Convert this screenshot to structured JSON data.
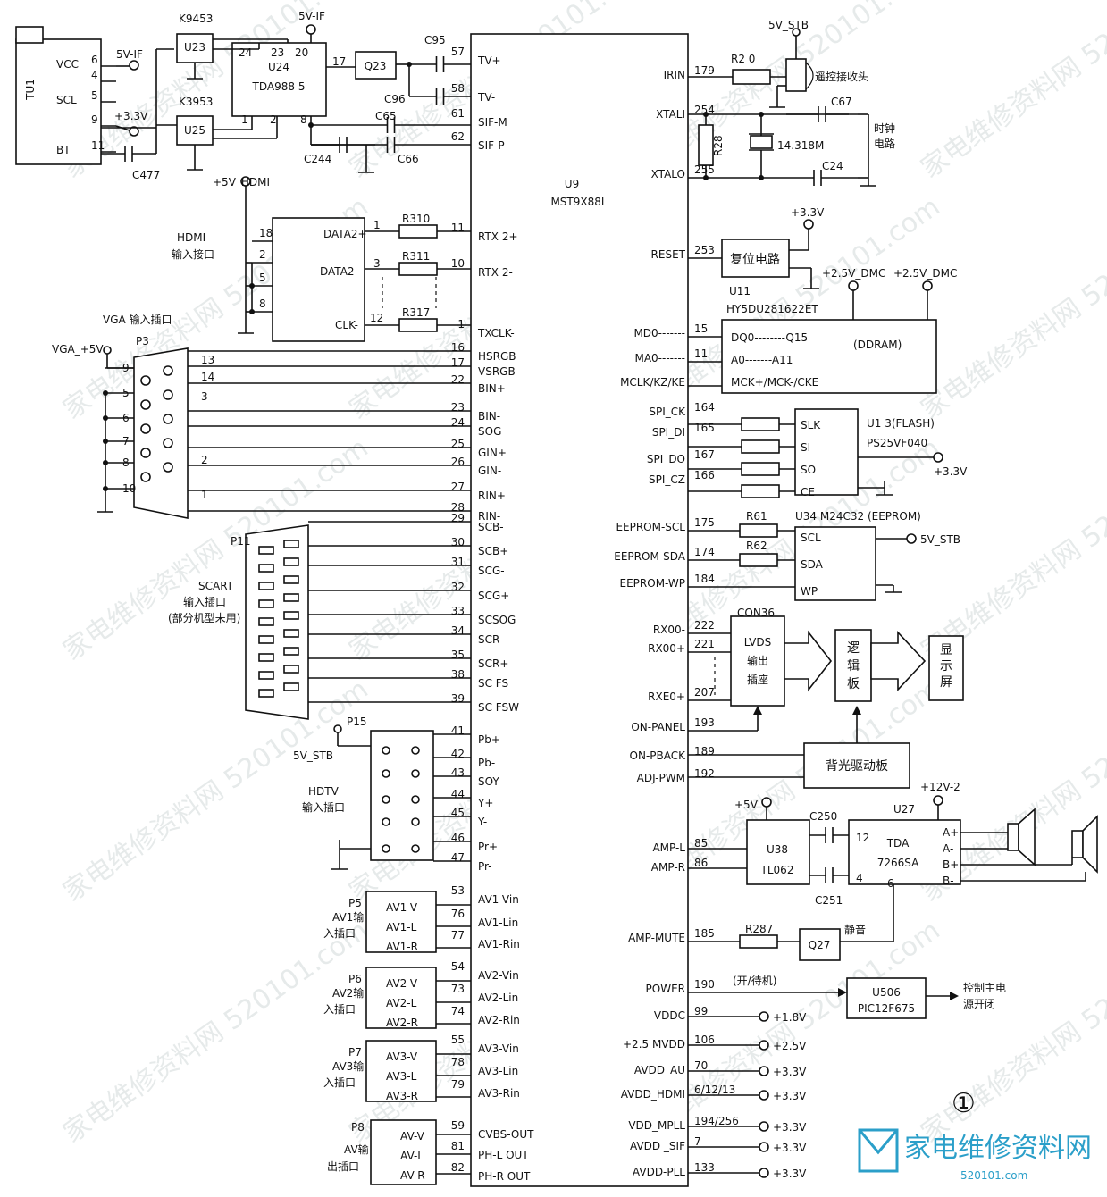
{
  "chip": {
    "ref": "U9",
    "part": "MST9X88L"
  },
  "left_pins": [
    {
      "pin": "57",
      "name": "TV+"
    },
    {
      "pin": "58",
      "name": "TV-"
    },
    {
      "pin": "61",
      "name": "SIF-M"
    },
    {
      "pin": "62",
      "name": "SIF-P"
    },
    {
      "pin": "11",
      "name": "RTX 2+"
    },
    {
      "pin": "10",
      "name": "RTX 2-"
    },
    {
      "pin": "1",
      "name": "TXCLK-"
    },
    {
      "pin": "16",
      "name": "HSRGB"
    },
    {
      "pin": "17",
      "name": "VSRGB"
    },
    {
      "pin": "22",
      "name": "BIN+"
    },
    {
      "pin": "23",
      "name": "BIN-"
    },
    {
      "pin": "24",
      "name": "SOG"
    },
    {
      "pin": "25",
      "name": "GIN+"
    },
    {
      "pin": "26",
      "name": "GIN-"
    },
    {
      "pin": "27",
      "name": "RIN+"
    },
    {
      "pin": "28",
      "name": "RIN-"
    },
    {
      "pin": "29",
      "name": "SCB-"
    },
    {
      "pin": "30",
      "name": "SCB+"
    },
    {
      "pin": "31",
      "name": "SCG-"
    },
    {
      "pin": "32",
      "name": "SCG+"
    },
    {
      "pin": "33",
      "name": "SCSOG"
    },
    {
      "pin": "34",
      "name": "SCR-"
    },
    {
      "pin": "35",
      "name": "SCR+"
    },
    {
      "pin": "38",
      "name": "SC FS"
    },
    {
      "pin": "39",
      "name": "SC FSW"
    },
    {
      "pin": "41",
      "name": "Pb+"
    },
    {
      "pin": "42",
      "name": "Pb-"
    },
    {
      "pin": "43",
      "name": "SOY"
    },
    {
      "pin": "44",
      "name": "Y+"
    },
    {
      "pin": "45",
      "name": "Y-"
    },
    {
      "pin": "46",
      "name": "Pr+"
    },
    {
      "pin": "47",
      "name": "Pr-"
    },
    {
      "pin": "53",
      "name": "AV1-Vin"
    },
    {
      "pin": "76",
      "name": "AV1-Lin"
    },
    {
      "pin": "77",
      "name": "AV1-Rin"
    },
    {
      "pin": "54",
      "name": "AV2-Vin"
    },
    {
      "pin": "73",
      "name": "AV2-Lin"
    },
    {
      "pin": "74",
      "name": "AV2-Rin"
    },
    {
      "pin": "55",
      "name": "AV3-Vin"
    },
    {
      "pin": "78",
      "name": "AV3-Lin"
    },
    {
      "pin": "79",
      "name": "AV3-Rin"
    },
    {
      "pin": "59",
      "name": "CVBS-OUT"
    },
    {
      "pin": "81",
      "name": "PH-L OUT"
    },
    {
      "pin": "82",
      "name": "PH-R OUT"
    }
  ],
  "right_pins": [
    {
      "pin": "179",
      "name": "IRIN"
    },
    {
      "pin": "254",
      "name": "XTALI"
    },
    {
      "pin": "255",
      "name": "XTALO"
    },
    {
      "pin": "253",
      "name": "RESET"
    },
    {
      "pin": "15",
      "name": "MD0-------"
    },
    {
      "pin": "11",
      "name": "MA0-------"
    },
    {
      "pin": "",
      "name": "MCLK/KZ/KE"
    },
    {
      "pin": "164",
      "name": "SPI_CK"
    },
    {
      "pin": "165",
      "name": "SPI_DI"
    },
    {
      "pin": "167",
      "name": "SPI_DO"
    },
    {
      "pin": "166",
      "name": "SPI_CZ"
    },
    {
      "pin": "175",
      "name": "EEPROM-SCL"
    },
    {
      "pin": "174",
      "name": "EEPROM-SDA"
    },
    {
      "pin": "184",
      "name": "EEPROM-WP"
    },
    {
      "pin": "222",
      "name": "RX00-"
    },
    {
      "pin": "221",
      "name": "RX00+"
    },
    {
      "pin": "207",
      "name": "RXE0+"
    },
    {
      "pin": "193",
      "name": "ON-PANEL"
    },
    {
      "pin": "189",
      "name": "ON-PBACK"
    },
    {
      "pin": "192",
      "name": "ADJ-PWM"
    },
    {
      "pin": "85",
      "name": "AMP-L"
    },
    {
      "pin": "86",
      "name": "AMP-R"
    },
    {
      "pin": "185",
      "name": "AMP-MUTE"
    },
    {
      "pin": "190",
      "name": "POWER"
    },
    {
      "pin": "99",
      "name": "VDDC"
    },
    {
      "pin": "106",
      "name": "+2.5 MVDD"
    },
    {
      "pin": "70",
      "name": "AVDD_AU"
    },
    {
      "pin": "6/12/13",
      "name": "AVDD_HDMI"
    },
    {
      "pin": "194/256",
      "name": "VDD_MPLL"
    },
    {
      "pin": "7",
      "name": "AVDD _SIF"
    },
    {
      "pin": "133",
      "name": "AVDD-PLL"
    }
  ],
  "power_rails": [
    "+1.8V",
    "+2.5V",
    "+3.3V",
    "+3.3V",
    "+3.3V",
    "+3.3V",
    "+3.3V"
  ],
  "tuner": {
    "ref": "TU1",
    "pins": [
      {
        "name": "VCC",
        "num": "6"
      },
      {
        "name": "",
        "num": "4"
      },
      {
        "name": "SCL",
        "num": "5"
      },
      {
        "name": "",
        "num": "9"
      },
      {
        "name": "BT",
        "num": "11"
      }
    ]
  },
  "tuner_section": {
    "u23": "U23",
    "k9453": "K9453",
    "u25": "U25",
    "k3953": "K3953",
    "u24": "U24",
    "u24_part": "TDA988 5",
    "q23": "Q23",
    "v5if_a": "5V-IF",
    "v5if_b": "5V-IF",
    "v33": "+3.3V",
    "c95": "C95",
    "c96": "C96",
    "c65": "C65",
    "c66": "C66",
    "c244": "C244",
    "c477": "C477",
    "p24": "24",
    "p23": "23",
    "p20": "20",
    "p17": "17",
    "p1": "1",
    "p2": "2",
    "p8": "8"
  },
  "hdmi": {
    "title_l1": "HDMI",
    "title_l2": "输入接口",
    "supply": "+5V_HDMI",
    "pins": [
      {
        "num": "18",
        "name": "DATA2+"
      },
      {
        "num": "2",
        "name": ""
      },
      {
        "num": "3",
        "name": "DATA2-"
      },
      {
        "num": "5",
        "name": ""
      },
      {
        "num": "8",
        "name": ""
      },
      {
        "num": "12",
        "name": "CLK-"
      }
    ],
    "res": [
      "R310",
      "R311",
      "R317"
    ]
  },
  "vga": {
    "title": "VGA 输入插口",
    "ref": "P3",
    "supply": "VGA_+5V",
    "pins": [
      "9",
      "5",
      "6",
      "7",
      "8",
      "10",
      "13",
      "14",
      "3",
      "2",
      "1"
    ]
  },
  "scart": {
    "ref": "P11",
    "l1": "SCART",
    "l2": "输入插口",
    "l3": "(部分机型未用)"
  },
  "hdtv": {
    "ref": "P15",
    "supply": "5V_STB",
    "l1": "HDTV",
    "l2": "输入插口"
  },
  "av_in": [
    {
      "ref": "P5",
      "l1": "AV1输",
      "l2": "入插口",
      "sig": [
        "AV1-V",
        "AV1-L",
        "AV1-R"
      ]
    },
    {
      "ref": "P6",
      "l1": "AV2输",
      "l2": "入插口",
      "sig": [
        "AV2-V",
        "AV2-L",
        "AV2-R"
      ]
    },
    {
      "ref": "P7",
      "l1": "AV3输",
      "l2": "入插口",
      "sig": [
        "AV3-V",
        "AV3-L",
        "AV3-R"
      ]
    }
  ],
  "av_out": {
    "ref": "P8",
    "l1": "AV输",
    "l2": "出插口",
    "sig": [
      "AV-V",
      "AV-L",
      "AV-R"
    ]
  },
  "ir": {
    "supply": "5V_STB",
    "res": "R2 0",
    "label": "遥控接收头"
  },
  "clock": {
    "c67": "C67",
    "c24": "C24",
    "r28": "R28",
    "xtal": "14.318M",
    "l1": "时钟",
    "l2": "电路"
  },
  "reset": {
    "supply": "+3.3V",
    "label": "复位电路"
  },
  "ddr": {
    "ref": "U11",
    "part": "HY5DU281622ET",
    "type": "(DDRAM)",
    "s1": "+2.5V_DMC",
    "s2": "+2.5V_DMC",
    "d1": "DQ0--------Q15",
    "d2": "A0-------A11",
    "d3": "MCK+/MCK-/CKE"
  },
  "flash": {
    "ref": "U1 3(FLASH)",
    "part": "PS25VF040",
    "supply": "+3.3V",
    "pins": [
      "SLK",
      "SI",
      "SO",
      "CE"
    ]
  },
  "eeprom": {
    "ref": "U34",
    "part": "M24C32 (EEPROM)",
    "supply": "5V_STB",
    "pins": [
      "SCL",
      "SDA",
      "WP"
    ],
    "res": [
      "R61",
      "R62"
    ]
  },
  "lvds": {
    "ref": "CON36",
    "l1": "LVDS",
    "l2": "输出",
    "l3": "插座",
    "logic": [
      "逻",
      "辑",
      "板"
    ],
    "panel": [
      "显",
      "示",
      "屏"
    ],
    "backlight": "背光驱动板"
  },
  "audio": {
    "op": "U38",
    "op_part": "TL062",
    "op_supply": "+5V",
    "amp": "U27",
    "amp_l1": "TDA",
    "amp_l2": "7266SA",
    "amp_supply": "+12V-2",
    "c250": "C250",
    "c251": "C251",
    "p12": "12",
    "p4": "4",
    "p6": "6",
    "outs": [
      "A+",
      "A-",
      "B+",
      "B-"
    ],
    "r287": "R287",
    "q27": "Q27",
    "mute": "静音"
  },
  "power_ctrl": {
    "note": "(开/待机)",
    "ref": "U506",
    "part": "PIC12F675",
    "l1": "控制主电",
    "l2": "源开闭"
  },
  "figure_no": "①",
  "site": {
    "name": "家电维修资料网",
    "url": "520101.com",
    "watermark": "家电维修资料网  520101.com"
  }
}
